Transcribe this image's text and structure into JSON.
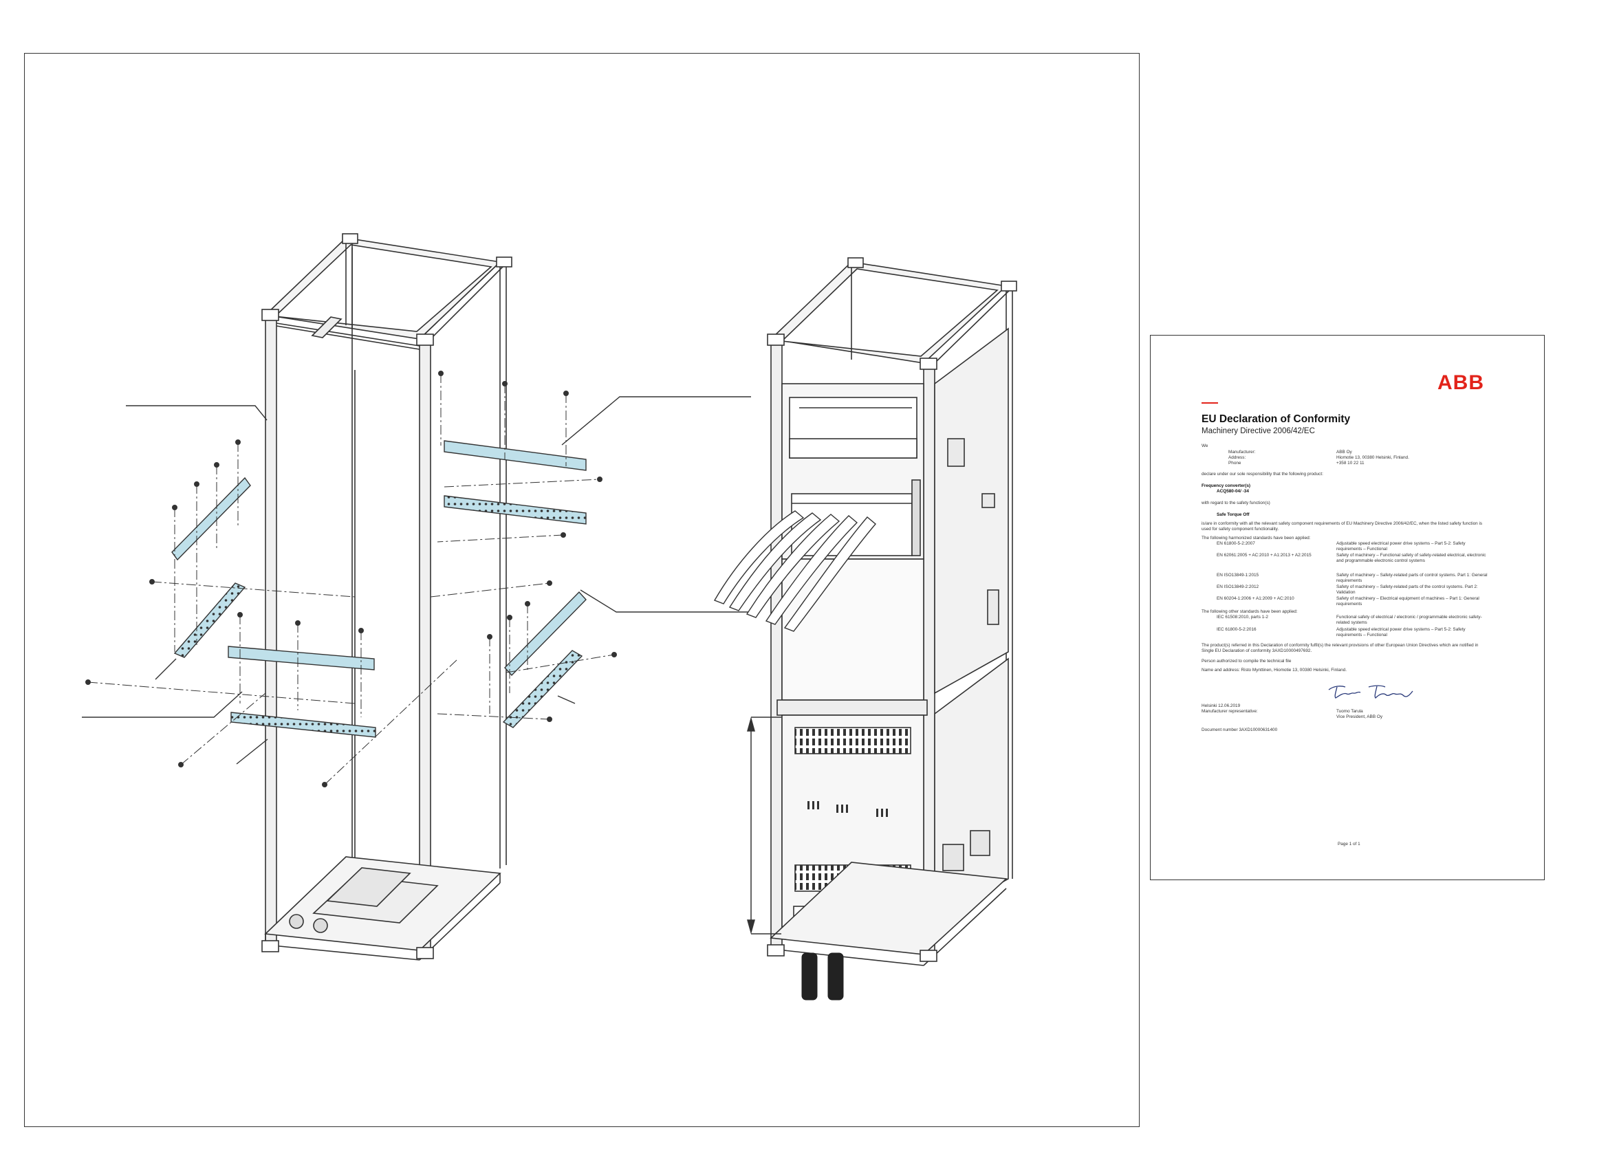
{
  "doc": {
    "logo": "ABB",
    "title": "EU Declaration of Conformity",
    "subtitle": "Machinery Directive 2006/42/EC",
    "we": "We",
    "manufacturer_label": "Manufacturer:",
    "address_label": "Address:",
    "phone_label": "Phone",
    "manufacturer_value": "ABB Oy",
    "address_value": "Hiomotie 13, 00380 Helsinki, Finland.",
    "phone_value": "+358 10 22 11",
    "declare": "declare under our sole responsibility that the following product:",
    "product_heading": "Frequency converter(s)",
    "product_name": "ACQ580-04/ -34",
    "regard": "with regard to the safety function(s)",
    "safety_function": "Safe Torque Off",
    "conformity": "is/are in conformity with all the relevant safety component requirements of EU Machinery Directive 2006/42/EC, when the listed safety function is used for safety component functionality.",
    "harmonized_heading": "The following harmonized standards have been applied:",
    "harmonized": [
      {
        "std": "EN 61800-5-2:2007",
        "desc": "Adjustable speed electrical power drive systems – Part 5-2: Safety requirements – Functional"
      },
      {
        "std": "EN 62061:2005 + AC:2010 + A1:2013 + A2:2015",
        "desc": "Safety of machinery – Functional safety of safety-related electrical, electronic and programmable electronic control systems"
      },
      {
        "std": "EN ISO13849-1:2015",
        "desc": "Safety of machinery – Safety-related parts of control systems. Part 1: General requirements"
      },
      {
        "std": "EN ISO13849-2:2012",
        "desc": "Safety of machinery – Safety-related parts of the control systems. Part 2: Validation"
      },
      {
        "std": "EN 60204-1:2006 + A1:2009 + AC:2010",
        "desc": "Safety of machinery – Electrical equipment of machines – Part 1: General requirements"
      }
    ],
    "other_heading": "The following other standards have been applied:",
    "other": [
      {
        "std": "IEC 61508:2010, parts 1-2",
        "desc": "Functional safety of electrical / electronic / programmable electronic safety-related systems"
      },
      {
        "std": "IEC 61800-5-2:2016",
        "desc": "Adjustable speed electrical power drive systems – Part 5-2: Safety requirements – Functional"
      }
    ],
    "fulfils": "The product(s) referred in this Declaration of conformity fulfil(s) the relevant provisions of other European Union Directives which are notified in Single EU Declaration of conformity 3AXD10000497692.",
    "authorized": "Person authorized to compile the technical file",
    "name_address": "Name and address: Risto Mynttinen, Hiomotie 13, 00380 Helsinki, Finland.",
    "place_date": "Helsinki 12.06.2019",
    "rep_label": "Manufacturer representative:",
    "signer_name": "Tuomo Tarula",
    "signer_title": "Vice President, ABB Oy",
    "doc_number": "Document number 3AXD10000631400",
    "page": "Page 1 of 1",
    "brand_color": "#e2231a"
  }
}
